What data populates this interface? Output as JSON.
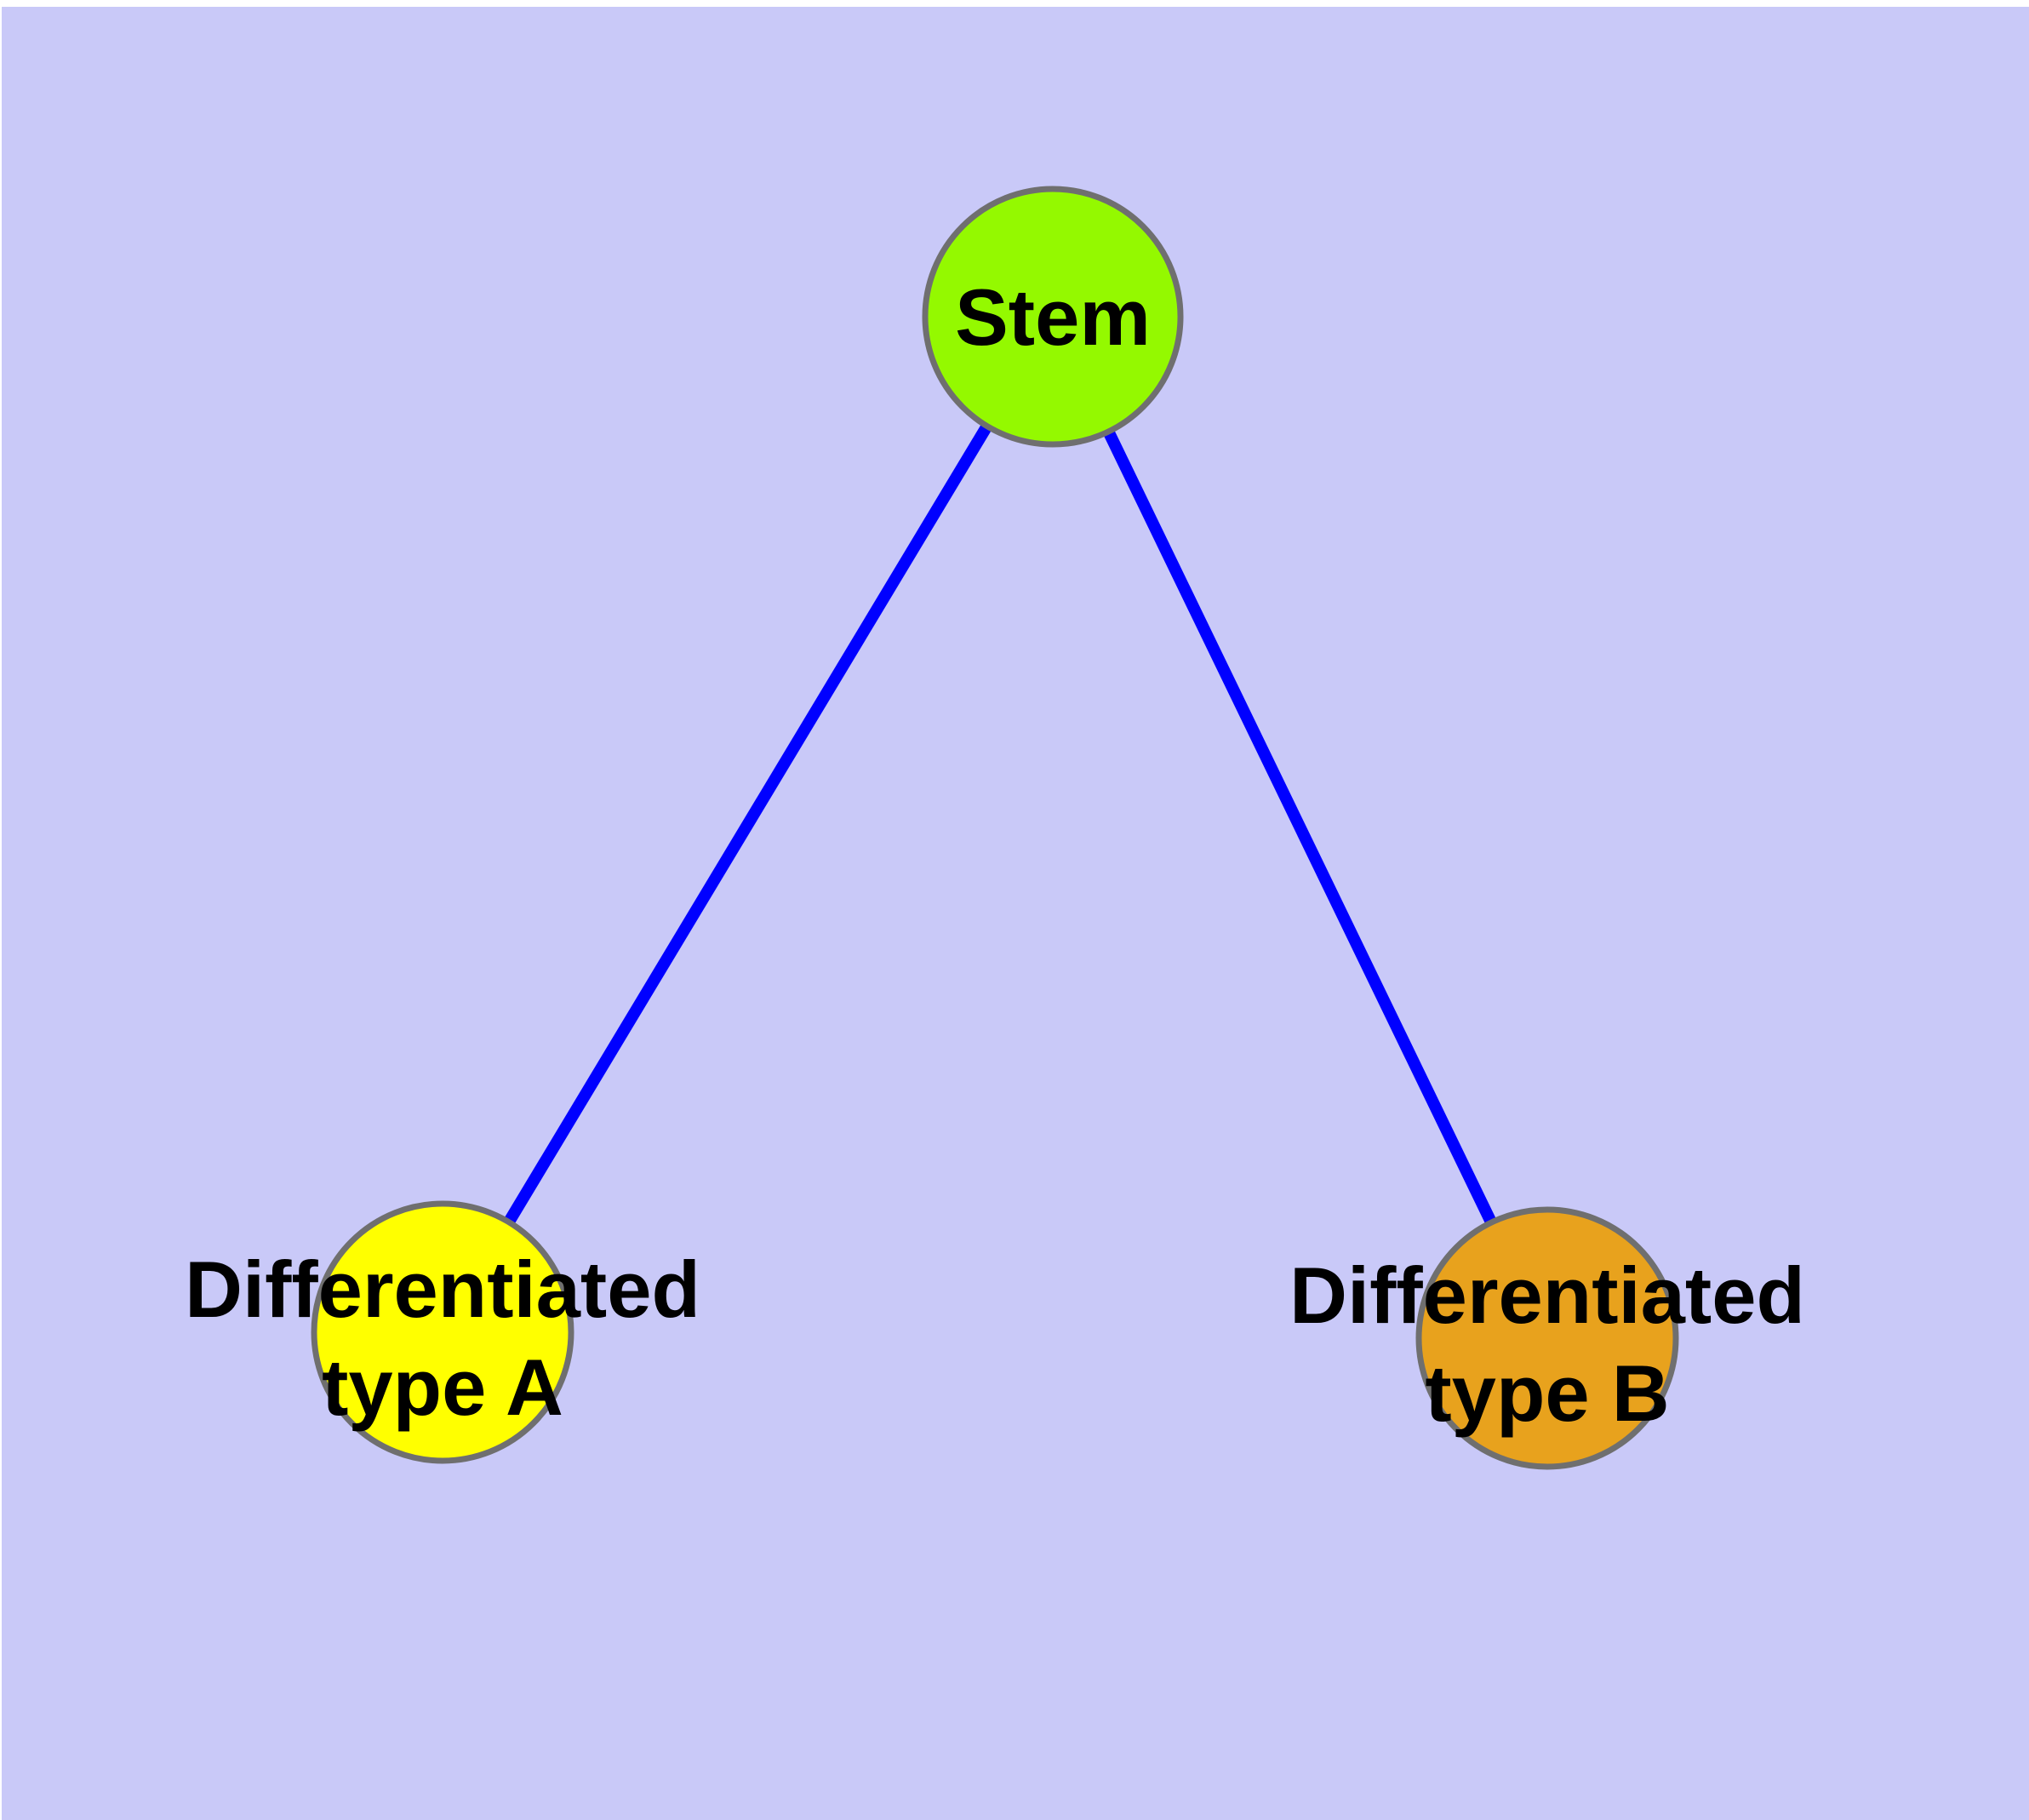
{
  "diagram": {
    "background_color": "#C9C9F8",
    "margin_color": "#FFFFFF",
    "edge_color": "#0000FF",
    "node_border_color": "#6F6F6F",
    "text_color": "#000000",
    "nodes": {
      "stem": {
        "label": "Stem",
        "fill": "#94F900"
      },
      "type_a": {
        "label_line1": "Differentiated",
        "label_line2": "type A",
        "fill": "#FFFF00"
      },
      "type_b": {
        "label_line1": "Differentiated",
        "label_line2": "type B",
        "fill": "#E8A21D"
      }
    },
    "edges": [
      {
        "from": "Stem",
        "to": "Differentiated type A"
      },
      {
        "from": "Stem",
        "to": "Differentiated type B"
      }
    ]
  }
}
